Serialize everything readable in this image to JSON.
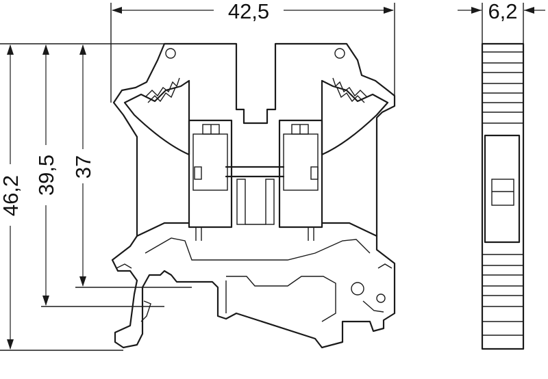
{
  "dimensions": {
    "width": "42,5",
    "depth": "6,2",
    "height_total": "46,2",
    "height_mid": "39,5",
    "height_short": "37"
  },
  "colors": {
    "line": "#1a1a1a",
    "background": "#ffffff"
  }
}
